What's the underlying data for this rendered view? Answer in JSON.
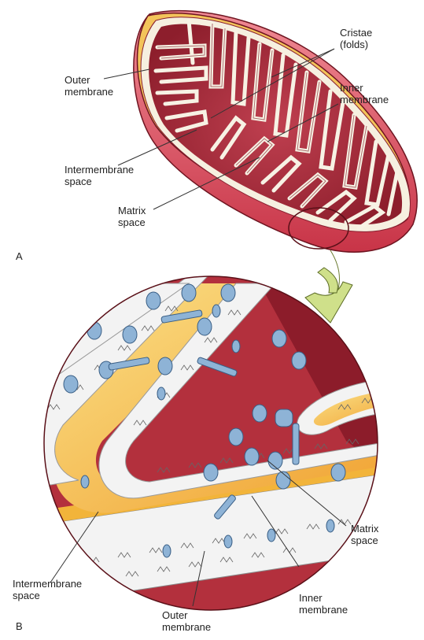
{
  "panels": {
    "a": "A",
    "b": "B"
  },
  "labels_a": {
    "outer": [
      "Outer",
      "membrane"
    ],
    "cristae": [
      "Cristae",
      "(folds)"
    ],
    "inner": [
      "Inner",
      "membrane"
    ],
    "intermembrane": [
      "Intermembrane",
      "space"
    ],
    "matrix": [
      "Matrix",
      "space"
    ]
  },
  "labels_b": {
    "matrix": [
      "Matrix",
      "space"
    ],
    "intermembrane": [
      "Intermembrane",
      "space"
    ],
    "inner": [
      "Inner",
      "membrane"
    ],
    "outer": [
      "Outer",
      "membrane"
    ]
  },
  "colors": {
    "matrix": "#b3303d",
    "outer_membrane": "#e8606c",
    "intermembrane": "#f2b43a",
    "membrane_white": "#f5f5f5",
    "protein": "#8eb3d6",
    "arrow": "#cfe08a"
  }
}
